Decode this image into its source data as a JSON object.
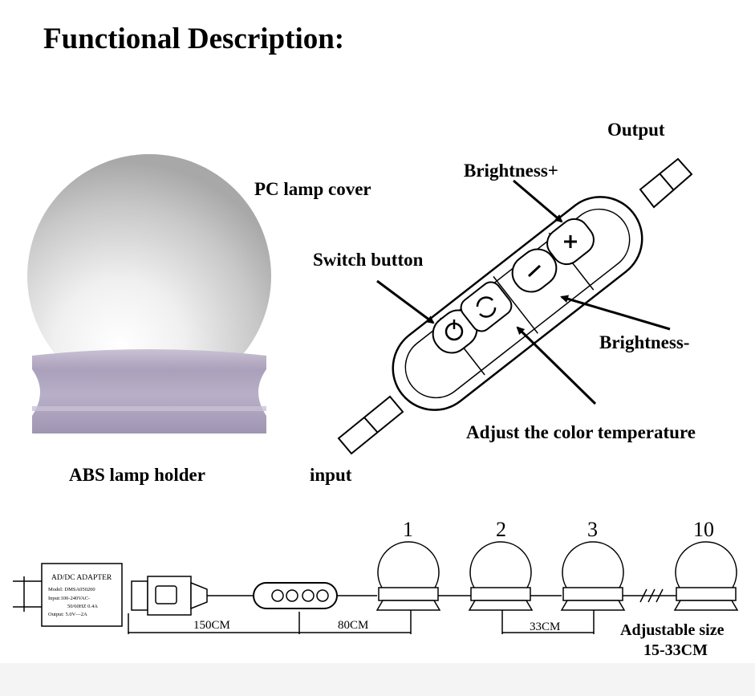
{
  "title": "Functional Description:",
  "labels": {
    "output": "Output",
    "brightness_plus": "Brightness+",
    "pc_lamp_cover": "PC lamp cover",
    "switch_button": "Switch button",
    "brightness_minus": "Brightness-",
    "color_temp": "Adjust the color temperature",
    "abs_holder": "ABS lamp holder",
    "input": "input"
  },
  "bulbs": [
    "1",
    "2",
    "3",
    "10"
  ],
  "adapter": {
    "name": "AD/DC ADAPTER",
    "model": "Model: DMSA050200",
    "input": "Input:100-240VAC-",
    "input2": "50/60HZ 0.4A",
    "output": "Output: 5.0V—2A"
  },
  "dimensions": {
    "d1": "150CM",
    "d2": "80CM",
    "d3": "33CM"
  },
  "adjustable": {
    "line1": "Adjustable size",
    "line2": "15-33CM"
  },
  "colors": {
    "holder": "#b3a9c3",
    "globe": "#dcdcdc",
    "footer": "#f4f4f4"
  }
}
